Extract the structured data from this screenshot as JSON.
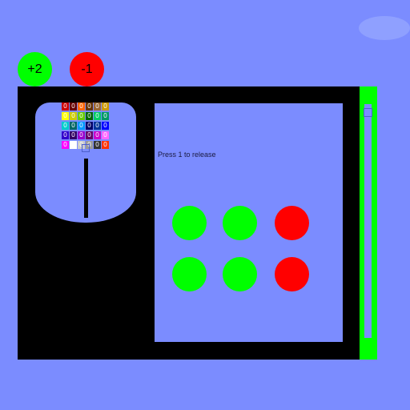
{
  "scores": {
    "plus": {
      "label": "+2",
      "color": "#00ff00"
    },
    "minus": {
      "label": "-1",
      "color": "#ff0000"
    }
  },
  "palette": {
    "rows": [
      [
        {
          "text": "0",
          "bg": "#cc0000"
        },
        {
          "text": "0",
          "bg": "#660000"
        },
        {
          "text": "0",
          "bg": "#ff6600"
        },
        {
          "text": "0",
          "bg": "#663300"
        },
        {
          "text": "0",
          "bg": "#996633"
        },
        {
          "text": "0",
          "bg": "#cc9900"
        }
      ],
      [
        {
          "text": "0",
          "bg": "#ffff00"
        },
        {
          "text": "0",
          "bg": "#cccc00"
        },
        {
          "text": "0",
          "bg": "#66cc00"
        },
        {
          "text": "0",
          "bg": "#006600"
        },
        {
          "text": "0",
          "bg": "#00cc66"
        },
        {
          "text": "0",
          "bg": "#009966"
        }
      ],
      [
        {
          "text": "0",
          "bg": "#00cccc"
        },
        {
          "text": "0",
          "bg": "#006666"
        },
        {
          "text": "0",
          "bg": "#0099ff"
        },
        {
          "text": "0",
          "bg": "#000066"
        },
        {
          "text": "0",
          "bg": "#003399"
        },
        {
          "text": "0",
          "bg": "#0000ff"
        }
      ],
      [
        {
          "text": "0",
          "bg": "#3300cc"
        },
        {
          "text": "0",
          "bg": "#330066"
        },
        {
          "text": "0",
          "bg": "#9900cc"
        },
        {
          "text": "0",
          "bg": "#660066"
        },
        {
          "text": "0",
          "bg": "#cc00cc"
        },
        {
          "text": "0",
          "bg": "#ff66ff"
        }
      ],
      [
        {
          "text": "0",
          "bg": "#ff00ff"
        },
        {
          "text": "0",
          "bg": "#ffffff"
        },
        {
          "text": "0",
          "bg": "#cccccc"
        },
        {
          "text": "0",
          "bg": "#999999"
        },
        {
          "text": "0",
          "bg": "#333333"
        },
        {
          "text": "0",
          "bg": "#ff3300"
        }
      ]
    ]
  },
  "play_area": {
    "hint": "Press 1 to release",
    "balls": [
      {
        "row": 0,
        "col": 0,
        "color": "#00ff00"
      },
      {
        "row": 0,
        "col": 1,
        "color": "#00ff00"
      },
      {
        "row": 0,
        "col": 2,
        "color": "#ff0000"
      },
      {
        "row": 1,
        "col": 0,
        "color": "#00ff00"
      },
      {
        "row": 1,
        "col": 1,
        "color": "#00ff00"
      },
      {
        "row": 1,
        "col": 2,
        "color": "#ff0000"
      }
    ]
  },
  "gauge": {
    "color": "#00ff00"
  }
}
